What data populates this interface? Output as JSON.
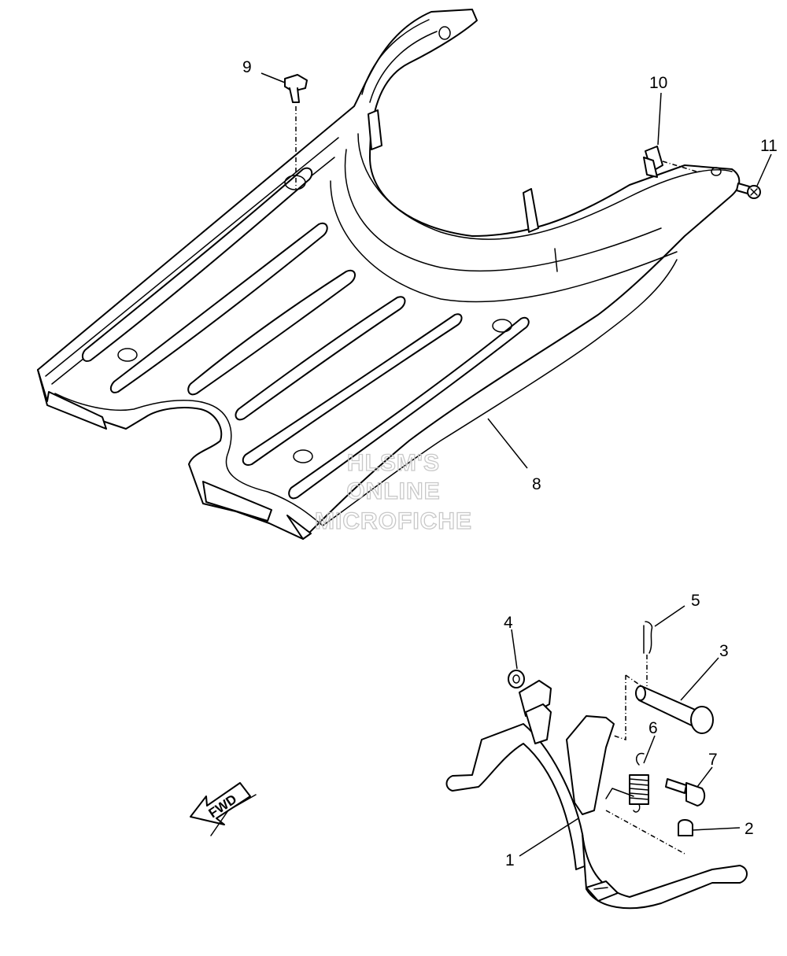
{
  "callouts": {
    "c1": "1",
    "c2": "2",
    "c3": "3",
    "c4": "4",
    "c5": "5",
    "c6": "6",
    "c7": "7",
    "c8": "8",
    "c9": "9",
    "c10": "10",
    "c11": "11"
  },
  "watermark": {
    "line1": "HLSM'S",
    "line2": "ONLINE",
    "line3": "MICROFICHE"
  },
  "direction_arrow": {
    "label": "FWD"
  },
  "colors": {
    "line": "#000000",
    "background": "#ffffff",
    "watermark": "#c8c8c8"
  }
}
